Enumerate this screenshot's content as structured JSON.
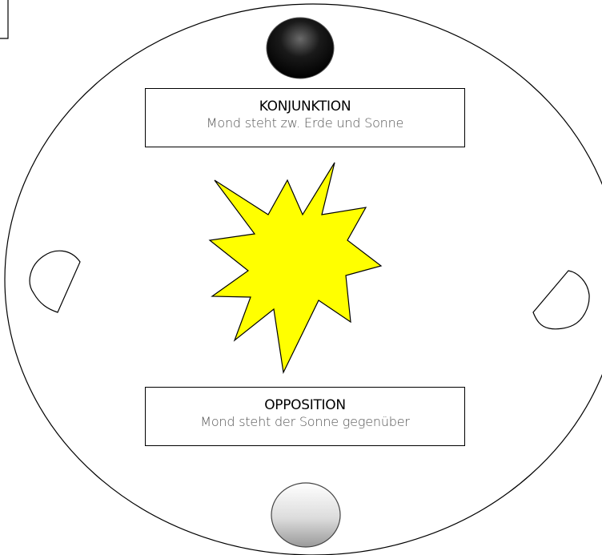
{
  "conjunction": {
    "title": "KONJUNKTION",
    "description": "Mond steht zw. Erde und Sonne"
  },
  "opposition": {
    "title": "OPPOSITION",
    "description": "Mond steht der Sonne gegenüber"
  },
  "colors": {
    "sun_fill": "#ffff00",
    "new_moon_dark": "#000000",
    "full_moon_light": "#d9d9d9",
    "outline": "#000000"
  }
}
